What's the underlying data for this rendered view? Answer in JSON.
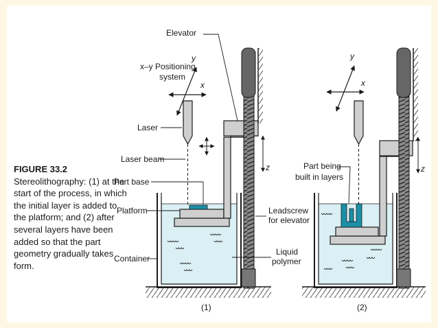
{
  "caption": {
    "title": "FIGURE 33.2",
    "body": "Stereolithography: (1) at the start of the process, in which the initial layer is added to the platform; and (2) after several layers have been added so that the part geometry gradually takes form."
  },
  "labels": {
    "elevator": "Elevator",
    "xy_positioning_line1": "x–y Positioning",
    "xy_positioning_line2": "system",
    "laser": "Laser",
    "laser_beam": "Laser beam",
    "part_base": "Part base",
    "platform": "Platform",
    "container": "Container",
    "leadscrew_line1": "Leadscrew",
    "leadscrew_line2": "for elevator",
    "liquid_line1": "Liquid",
    "liquid_line2": "polymer",
    "part_being_line1": "Part being",
    "part_being_line2": "built in layers",
    "axis_x": "x",
    "axis_y": "y",
    "axis_z": "z",
    "stage1": "(1)",
    "stage2": "(2)"
  },
  "colors": {
    "liquid": "#daf0f5",
    "part": "#1d8fa6",
    "metal": "#cfcfcf",
    "screw": "#7a7a7a",
    "slide_bg": "#fdf7e4"
  }
}
